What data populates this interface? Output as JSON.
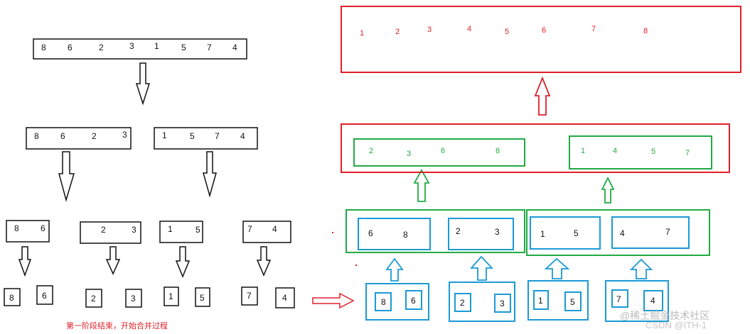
{
  "split": {
    "initial": [
      "8",
      "6",
      "2",
      "3",
      "1",
      "5",
      "7",
      "4"
    ],
    "level1_left": [
      "8",
      "6",
      "2",
      "3"
    ],
    "level1_right": [
      "1",
      "5",
      "7",
      "4"
    ],
    "level2": [
      [
        "8",
        "6"
      ],
      [
        "2",
        "3"
      ],
      [
        "1",
        "5"
      ],
      [
        "7",
        "4"
      ]
    ],
    "singles": [
      "8",
      "6",
      "2",
      "3",
      "1",
      "5",
      "7",
      "4"
    ]
  },
  "caption": "第一阶段结束，开始合并过程",
  "merge": {
    "singles": [
      "8",
      "6",
      "2",
      "3",
      "1",
      "5",
      "7",
      "4"
    ],
    "pairs": [
      [
        "6",
        "8"
      ],
      [
        "2",
        "3"
      ],
      [
        "1",
        "5"
      ],
      [
        "4",
        "7"
      ]
    ],
    "quads": [
      [
        "2",
        "3",
        "6",
        "8"
      ],
      [
        "1",
        "4",
        "5",
        "7"
      ]
    ],
    "final": [
      "1",
      "2",
      "3",
      "4",
      "5",
      "6",
      "7",
      "8"
    ]
  },
  "watermark": "@稀土掘金技术社区",
  "watermark2": "CSDN @ITH-1",
  "colors": {
    "black": "#111111",
    "red": "#e0202a",
    "green": "#22aa44",
    "blue": "#1a9ad6"
  }
}
